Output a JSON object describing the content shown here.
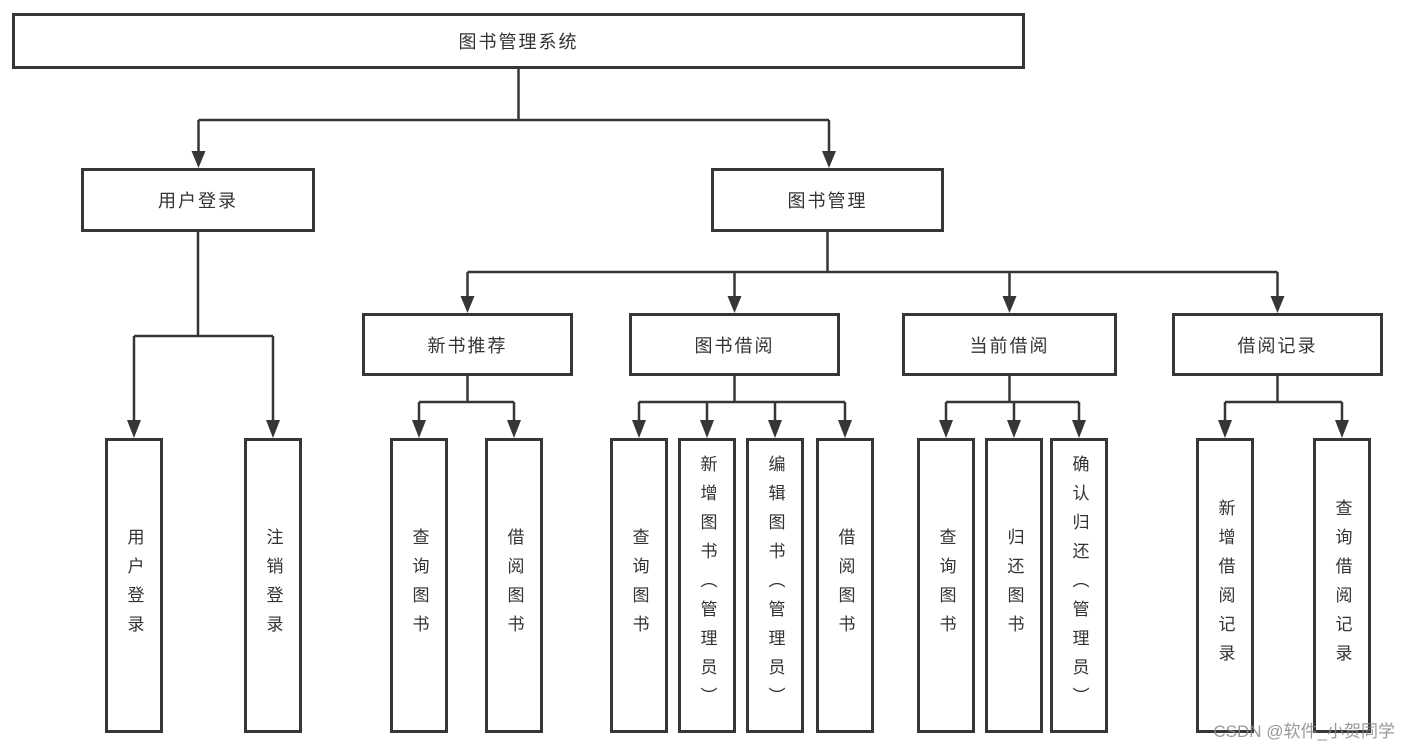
{
  "diagram": {
    "root": {
      "label": "图书管理系统"
    },
    "branches": [
      {
        "label": "用户登录",
        "children": [
          {
            "label": "用户登录"
          },
          {
            "label": "注销登录"
          }
        ]
      },
      {
        "label": "图书管理",
        "groups": [
          {
            "label": "新书推荐",
            "children": [
              {
                "label": "查询图书"
              },
              {
                "label": "借阅图书"
              }
            ]
          },
          {
            "label": "图书借阅",
            "children": [
              {
                "label": "查询图书"
              },
              {
                "label": "新增图书（管理员）"
              },
              {
                "label": "编辑图书（管理员）"
              },
              {
                "label": "借阅图书"
              }
            ]
          },
          {
            "label": "当前借阅",
            "children": [
              {
                "label": "查询图书"
              },
              {
                "label": "归还图书"
              },
              {
                "label": "确认归还（管理员）"
              }
            ]
          },
          {
            "label": "借阅记录",
            "children": [
              {
                "label": "新增借阅记录"
              },
              {
                "label": "查询借阅记录"
              }
            ]
          }
        ]
      }
    ],
    "watermark": "CSDN @软件_小贺同学",
    "colors": {
      "line": "#363636",
      "text": "#333333",
      "background": "#ffffff",
      "watermark": "#878787"
    }
  }
}
